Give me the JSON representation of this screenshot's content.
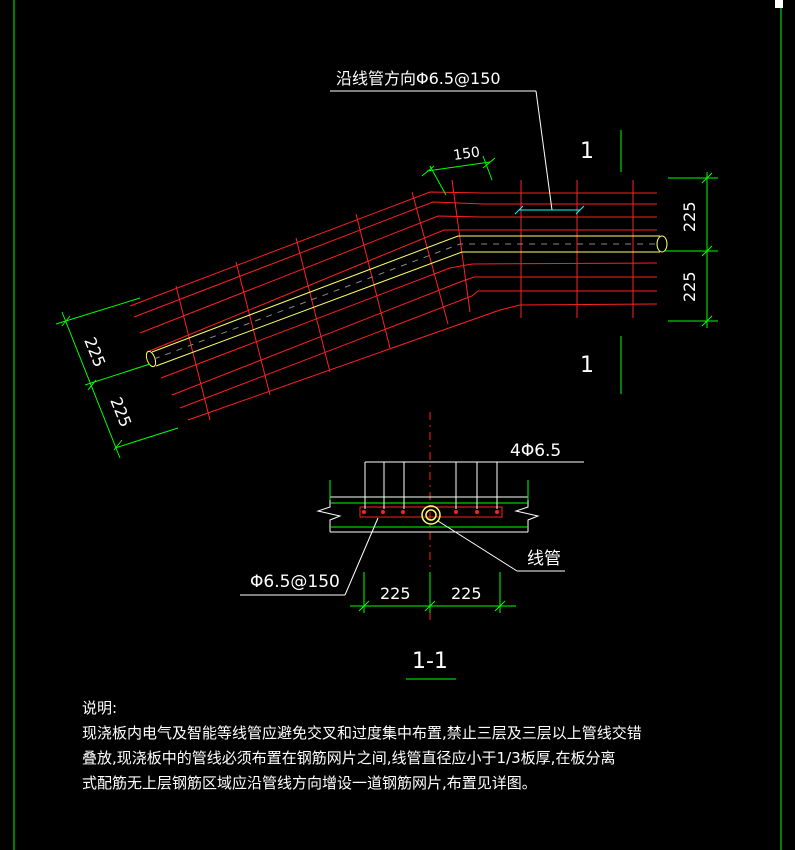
{
  "colors": {
    "background": "#000000",
    "rebar": "#ff2020",
    "dimension": "#00ff00",
    "conduit": "#ffff66",
    "text": "#ffffff",
    "cyan": "#00ffff",
    "border": "#00ff00"
  },
  "plan": {
    "leader_label": "沿线管方向Φ6.5@150",
    "spacing_dim": "150",
    "section_mark_top": "1",
    "section_mark_bottom": "1",
    "dim_right_top": "225",
    "dim_right_bottom": "225",
    "dim_left_top": "225",
    "dim_left_bottom": "225"
  },
  "section": {
    "top_label": "4Φ6.5",
    "left_label": "Φ6.5@150",
    "conduit_label": "线管",
    "dim_left": "225",
    "dim_right": "225",
    "title": "1-1"
  },
  "notes": {
    "heading": "说明:",
    "lines": [
      "现浇板内电气及智能等线管应避免交叉和过度集中布置,禁止三层及三层以上管线交错",
      "叠放,现浇板中的管线必须布置在钢筋网片之间,线管直径应小于1/3板厚,在板分离",
      "式配筋无上层钢筋区域应沿管线方向增设一道钢筋网片,布置见详图。"
    ]
  }
}
